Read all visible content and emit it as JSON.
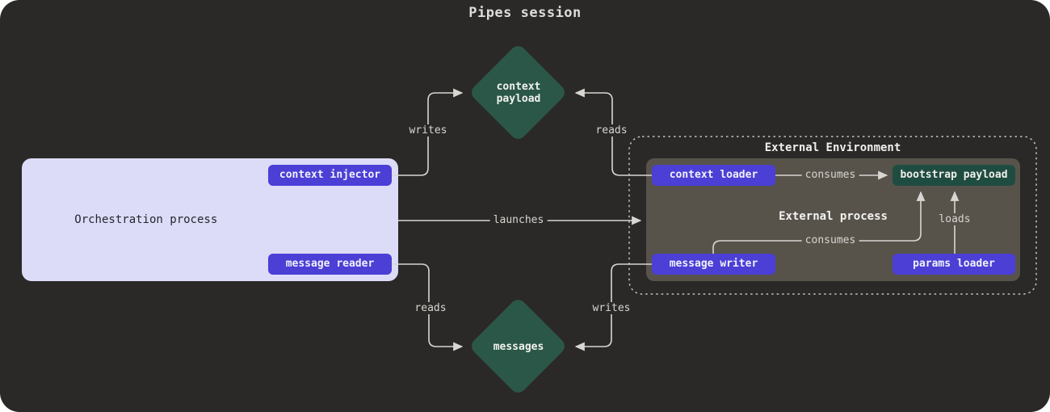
{
  "title": "Pipes session",
  "nodes": {
    "orchestration": {
      "label": "Orchestration process"
    },
    "context_injector": {
      "label": "context injector"
    },
    "message_reader": {
      "label": "message reader"
    },
    "context_payload": {
      "label": "context payload"
    },
    "messages": {
      "label": "messages"
    },
    "external_environment": {
      "label": "External Environment"
    },
    "external_process": {
      "label": "External process"
    },
    "context_loader": {
      "label": "context loader"
    },
    "bootstrap_payload": {
      "label": "bootstrap payload"
    },
    "message_writer": {
      "label": "message writer"
    },
    "params_loader": {
      "label": "params loader"
    }
  },
  "edges": {
    "writes_top": {
      "from": "context injector",
      "to": "context payload",
      "label": "writes"
    },
    "reads_top": {
      "from": "context loader",
      "to": "context payload",
      "label": "reads"
    },
    "launches": {
      "from": "Orchestration process",
      "to": "External Environment",
      "label": "launches"
    },
    "consumes_top": {
      "from": "context loader",
      "to": "bootstrap payload",
      "label": "consumes"
    },
    "consumes_bottom": {
      "from": "message writer",
      "to": "bootstrap payload",
      "label": "consumes"
    },
    "loads": {
      "from": "params loader",
      "to": "bootstrap payload",
      "label": "loads"
    },
    "reads_bottom": {
      "from": "message reader",
      "to": "messages",
      "label": "reads"
    },
    "writes_bottom": {
      "from": "message writer",
      "to": "messages",
      "label": "writes"
    }
  },
  "colors": {
    "background": "#2a2927",
    "orchestration_panel": "#dcdcf8",
    "button_purple": "#4b3fd6",
    "diamond_green": "#2b5748",
    "artifact_green": "#1f4c40",
    "process_gray": "#57534b",
    "wire": "#d8d6d2"
  }
}
